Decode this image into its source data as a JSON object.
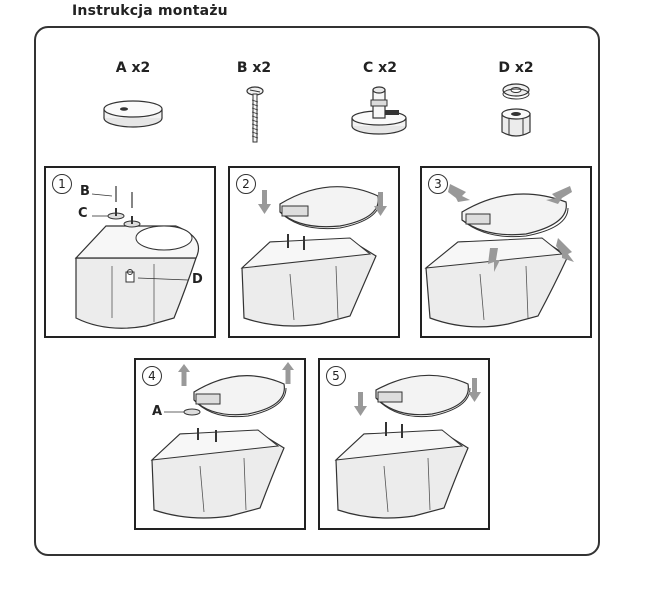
{
  "title": "Instrukcja montażu",
  "parts": [
    {
      "label": "A x2",
      "icon": "rubber-buffer-icon"
    },
    {
      "label": "B x2",
      "icon": "screw-icon"
    },
    {
      "label": "C x2",
      "icon": "bolt-fixture-icon"
    },
    {
      "label": "D x2",
      "icon": "washer-and-nut-icon"
    }
  ],
  "steps": [
    {
      "number": "1",
      "callouts": [
        "B",
        "C",
        "D"
      ]
    },
    {
      "number": "2",
      "callouts": []
    },
    {
      "number": "3",
      "callouts": []
    },
    {
      "number": "4",
      "callouts": [
        "A"
      ]
    },
    {
      "number": "5",
      "callouts": []
    }
  ],
  "colors": {
    "line": "#333333",
    "shade": "#e8e8e8",
    "arrow": "#888888"
  }
}
